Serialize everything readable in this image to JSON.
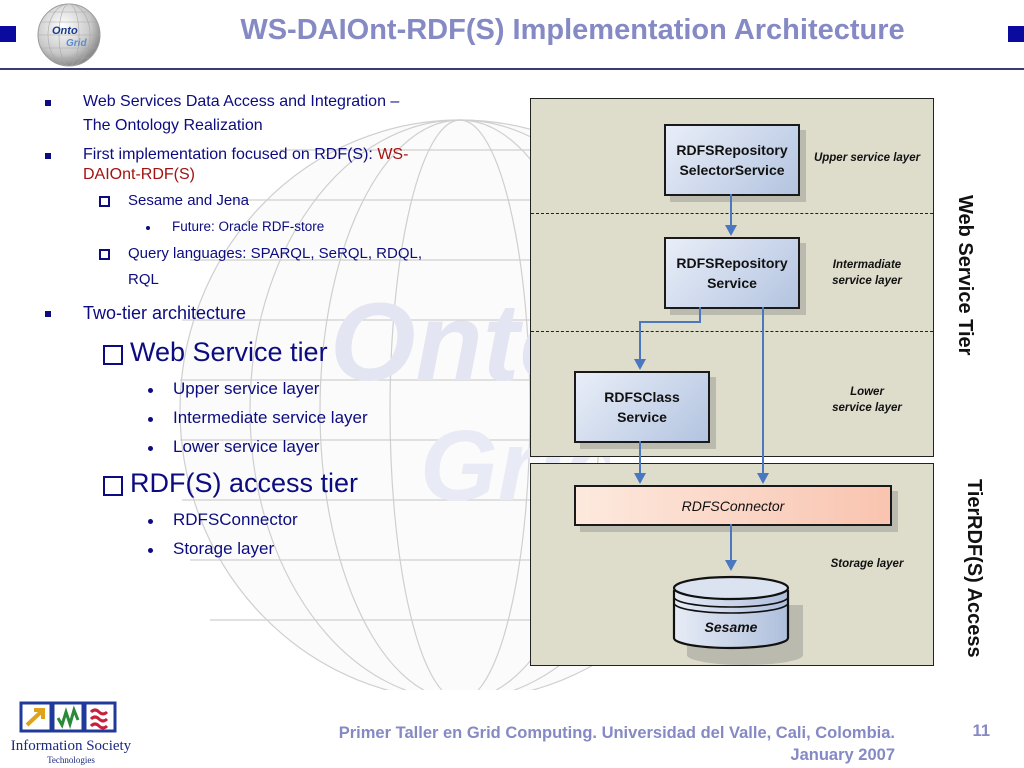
{
  "header": {
    "title": "WS-DAIOnt-RDF(S) Implementation Architecture",
    "logo_text_top": "Onto",
    "logo_text_bottom": "Grid"
  },
  "bullets": {
    "l1_a_line1": "Web Services Data Access and Integration –",
    "l1_a_line2": "The Ontology Realization",
    "l1_b_prefix": "First implementation focused on RDF(S): ",
    "l1_b_red1": "WS-",
    "l1_b_red2": "DAIOnt-RDF(S)",
    "l2_sesame": "Sesame and Jena",
    "l3_future": "Future: Oracle RDF-store",
    "l2_query_line1": "Query languages: SPARQL, SeRQL, RDQL,",
    "l2_query_line2": "RQL",
    "l1_two_tier": "Two-tier architecture",
    "ws_tier": "Web Service tier",
    "ws_items": [
      "Upper service layer",
      "Intermediate service layer",
      "Lower service layer"
    ],
    "rdf_tier": "RDF(S) access tier",
    "rdf_items": [
      "RDFSConnector",
      "Storage layer"
    ]
  },
  "diagram": {
    "services": {
      "selector_line1": "RDFSRepository",
      "selector_line2": "SelectorService",
      "repository_line1": "RDFSRepository",
      "repository_line2": "Service",
      "class_line1": "RDFSClass",
      "class_line2": "Service"
    },
    "connector": "RDFSConnector",
    "database": "Sesame",
    "layer_labels": {
      "upper": "Upper service layer",
      "intermediate_line1": "Intermadiate",
      "intermediate_line2": "service layer",
      "lower_line1": "Lower",
      "lower_line2": "service layer",
      "storage": "Storage layer"
    },
    "tiers": {
      "web_service": "Web Service Tier",
      "rdf_access_line1": "RDF(S) Access",
      "rdf_access_line2": "Tier"
    }
  },
  "footer": {
    "line1": "Primer Taller en Grid Computing. Universidad del Valle, Cali, Colombia.",
    "line2": "January 2007",
    "page_number": "11",
    "ist_title": "Information Society",
    "ist_subtitle": "Technologies"
  },
  "colors": {
    "title": "#8589c4",
    "bullet_text": "#0c0c80",
    "highlight_red": "#a31212",
    "panel_bg": "#deddcc",
    "arrow": "#4a78c0",
    "connector_fill": "#f9c4b0"
  }
}
